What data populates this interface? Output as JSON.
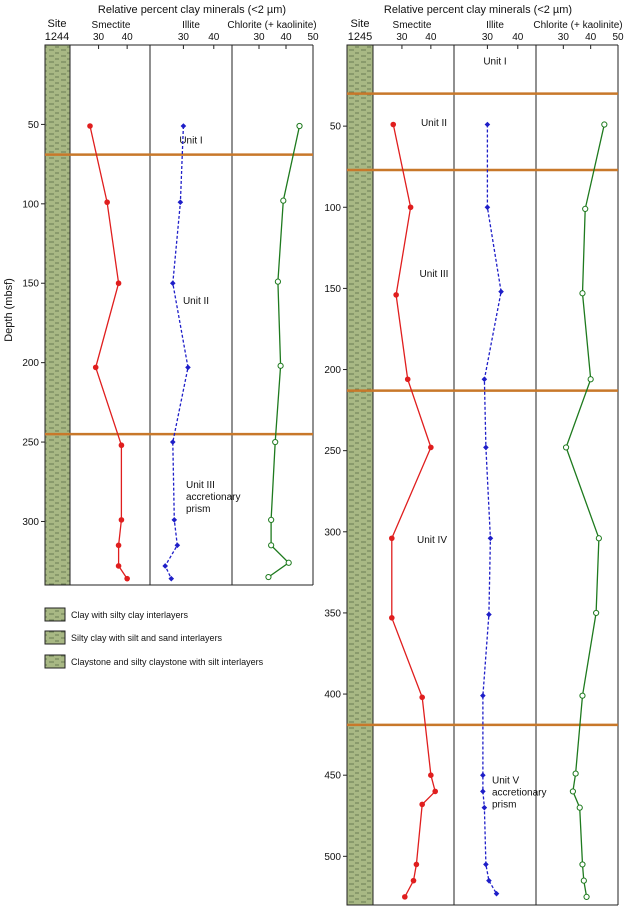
{
  "colors": {
    "smectite": "#e01e1e",
    "illite": "#1e1ec8",
    "chlorite": "#1e7a1e",
    "unit_boundary": "#c8782a",
    "litho_fill": "#a8b884",
    "litho_dash": "#5a6e48"
  },
  "legend": [
    "Clay with silty clay interlayers",
    "Silty clay with silt and sand interlayers",
    "Claystone and silty claystone with silt interlayers"
  ],
  "chart_data": [
    {
      "type": "line",
      "site_label": "Site",
      "site_number": "1244",
      "title": "Relative percent clay minerals (<2 µm)",
      "ylabel": "Depth (mbsf)",
      "ylim": [
        0,
        340
      ],
      "y_ticks": [
        50,
        100,
        150,
        200,
        250,
        300
      ],
      "panels": [
        {
          "name": "Smectite",
          "xlim": [
            20,
            48
          ],
          "ticks": [
            30,
            40
          ]
        },
        {
          "name": "Illite",
          "xlim": [
            19,
            46
          ],
          "ticks": [
            30,
            40
          ]
        },
        {
          "name": "Chlorite (+ kaolinite)",
          "xlim": [
            20,
            50
          ],
          "ticks": [
            30,
            40,
            50
          ]
        }
      ],
      "series": [
        {
          "name": "Smectite",
          "panel": 0,
          "style": "solid",
          "marker": "filled-circle",
          "points": [
            [
              27,
              51
            ],
            [
              33,
              99
            ],
            [
              37,
              150
            ],
            [
              29,
              203
            ],
            [
              38,
              252
            ],
            [
              38,
              299
            ],
            [
              37,
              315
            ],
            [
              37,
              328
            ],
            [
              40,
              336
            ]
          ]
        },
        {
          "name": "Illite",
          "panel": 1,
          "style": "dashed",
          "marker": "filled-diamond",
          "points": [
            [
              30,
              51
            ],
            [
              29,
              99
            ],
            [
              26.5,
              150
            ],
            [
              31.5,
              203
            ],
            [
              26.5,
              250
            ],
            [
              27,
              299
            ],
            [
              28,
              315
            ],
            [
              24,
              328
            ],
            [
              26,
              336
            ]
          ]
        },
        {
          "name": "Chlorite (+ kaolinite)",
          "panel": 2,
          "style": "solid",
          "marker": "open-circle",
          "points": [
            [
              45,
              51
            ],
            [
              39,
              98
            ],
            [
              37,
              149
            ],
            [
              38,
              202
            ],
            [
              36,
              250
            ],
            [
              34.5,
              299
            ],
            [
              34.5,
              315
            ],
            [
              41,
              326
            ],
            [
              33.5,
              335
            ]
          ]
        }
      ],
      "unit_boundaries": [
        69,
        245
      ],
      "unit_labels": [
        {
          "lines": [
            "Unit I"
          ],
          "depth": 62
        },
        {
          "lines": [
            "Unit II"
          ],
          "depth": 163
        },
        {
          "lines": [
            "Unit III",
            "accretionary",
            "prism"
          ],
          "depth": 279
        }
      ]
    },
    {
      "type": "line",
      "site_label": "Site",
      "site_number": "1245",
      "title": "Relative percent clay minerals (<2 µm)",
      "ylim": [
        0,
        530
      ],
      "y_ticks": [
        50,
        100,
        150,
        200,
        250,
        300,
        350,
        400,
        450,
        500
      ],
      "panels": [
        {
          "name": "Smectite",
          "xlim": [
            20,
            48
          ],
          "ticks": [
            30,
            40
          ]
        },
        {
          "name": "Illite",
          "xlim": [
            19,
            46
          ],
          "ticks": [
            30,
            40
          ]
        },
        {
          "name": "Chlorite (+ kaolinite)",
          "xlim": [
            20,
            50
          ],
          "ticks": [
            30,
            40,
            50
          ]
        }
      ],
      "series": [
        {
          "name": "Smectite",
          "panel": 0,
          "style": "solid",
          "marker": "filled-circle",
          "points": [
            [
              27,
              49
            ],
            [
              33,
              100
            ],
            [
              28,
              154
            ],
            [
              32,
              206
            ],
            [
              40,
              248
            ],
            [
              26.5,
              304
            ],
            [
              26.5,
              353
            ],
            [
              37,
              402
            ],
            [
              40,
              450
            ],
            [
              41.5,
              460
            ],
            [
              37,
              468
            ],
            [
              35,
              505
            ],
            [
              34,
              515
            ],
            [
              31,
              525
            ]
          ]
        },
        {
          "name": "Illite",
          "panel": 1,
          "style": "dashed",
          "marker": "filled-diamond",
          "points": [
            [
              30,
              49
            ],
            [
              30,
              100
            ],
            [
              34.5,
              152
            ],
            [
              29,
              206
            ],
            [
              29.5,
              248
            ],
            [
              31,
              304
            ],
            [
              30.5,
              351
            ],
            [
              28.5,
              401
            ],
            [
              28.5,
              450
            ],
            [
              28.5,
              460
            ],
            [
              29,
              470
            ],
            [
              29.5,
              505
            ],
            [
              30.5,
              515
            ],
            [
              33,
              523
            ]
          ]
        },
        {
          "name": "Chlorite (+ kaolinite)",
          "panel": 2,
          "style": "solid",
          "marker": "open-circle",
          "points": [
            [
              45,
              49
            ],
            [
              38,
              101
            ],
            [
              37,
              153
            ],
            [
              40,
              206
            ],
            [
              31,
              248
            ],
            [
              43,
              304
            ],
            [
              42,
              350
            ],
            [
              37,
              401
            ],
            [
              34.5,
              449
            ],
            [
              33.5,
              460
            ],
            [
              36,
              470
            ],
            [
              37,
              505
            ],
            [
              37.5,
              515
            ],
            [
              38.5,
              525
            ]
          ]
        }
      ],
      "unit_boundaries": [
        30,
        77,
        213,
        419
      ],
      "unit_labels": [
        {
          "lines": [
            "Unit I"
          ],
          "depth": 12
        },
        {
          "lines": [
            "Unit II"
          ],
          "depth": 50
        },
        {
          "lines": [
            "Unit III"
          ],
          "depth": 143
        },
        {
          "lines": [
            "Unit IV"
          ],
          "depth": 307
        },
        {
          "lines": [
            "Unit V",
            "accretionary",
            "prism"
          ],
          "depth": 455
        }
      ]
    }
  ]
}
